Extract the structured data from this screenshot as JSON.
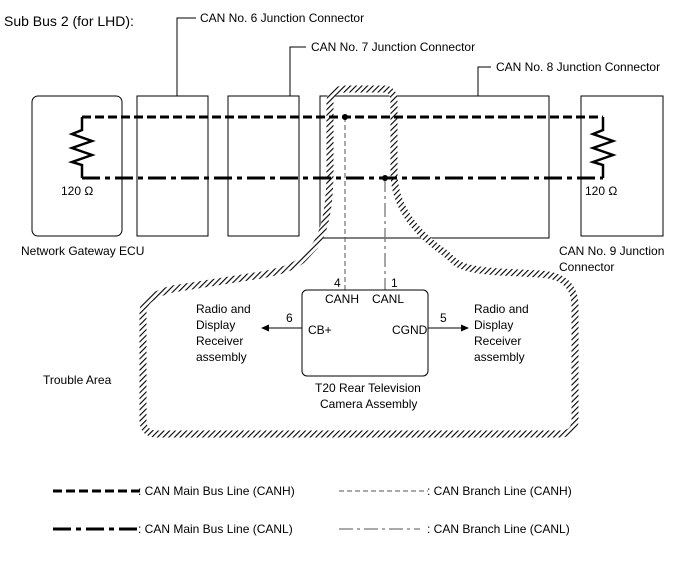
{
  "title": "Sub Bus 2 (for LHD):",
  "connectors": {
    "jc6": "CAN No. 6 Junction Connector",
    "jc7": "CAN No. 7 Junction Connector",
    "jc8": "CAN No. 8 Junction Connector",
    "jc9_line1": "CAN No. 9 Junction",
    "jc9_line2": "Connector"
  },
  "gateway_ecu": "Network Gateway ECU",
  "resistors": {
    "left": "120 Ω",
    "right": "120 Ω"
  },
  "camera": {
    "pin_canh_num": "4",
    "pin_canl_num": "1",
    "pin_canh": "CANH",
    "pin_canl": "CANL",
    "pin_cb_num": "6",
    "pin_cb": "CB+",
    "pin_cgnd_num": "5",
    "pin_cgnd": "CGND",
    "name_line1": "T20  Rear Television",
    "name_line2": "Camera Assembly"
  },
  "radio_left": [
    "Radio and",
    "Display",
    "Receiver",
    "assembly"
  ],
  "radio_right": [
    "Radio and",
    "Display",
    "Receiver",
    "assembly"
  ],
  "trouble_area": "Trouble Area",
  "legend": {
    "main_canh": ": CAN Main Bus Line (CANH)",
    "main_canl": ": CAN Main Bus Line (CANL)",
    "branch_canh": ": CAN Branch Line (CANH)",
    "branch_canl": ": CAN Branch Line (CANL)"
  }
}
